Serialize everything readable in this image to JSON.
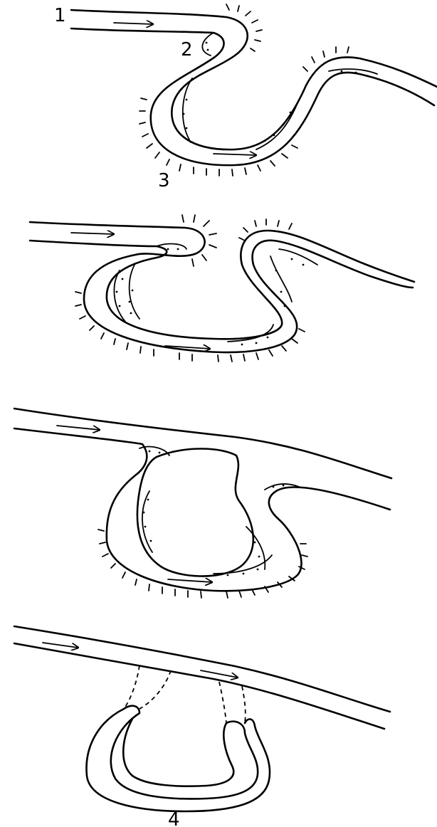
{
  "labels": {
    "label_1": "1",
    "label_2": "2",
    "label_3": "3",
    "label_4": "4"
  },
  "stages": [
    {
      "name": "stage-1-meander"
    },
    {
      "name": "stage-2-neck-narrowing"
    },
    {
      "name": "stage-3-neck-cutoff"
    },
    {
      "name": "stage-4-oxbow-lake"
    }
  ]
}
